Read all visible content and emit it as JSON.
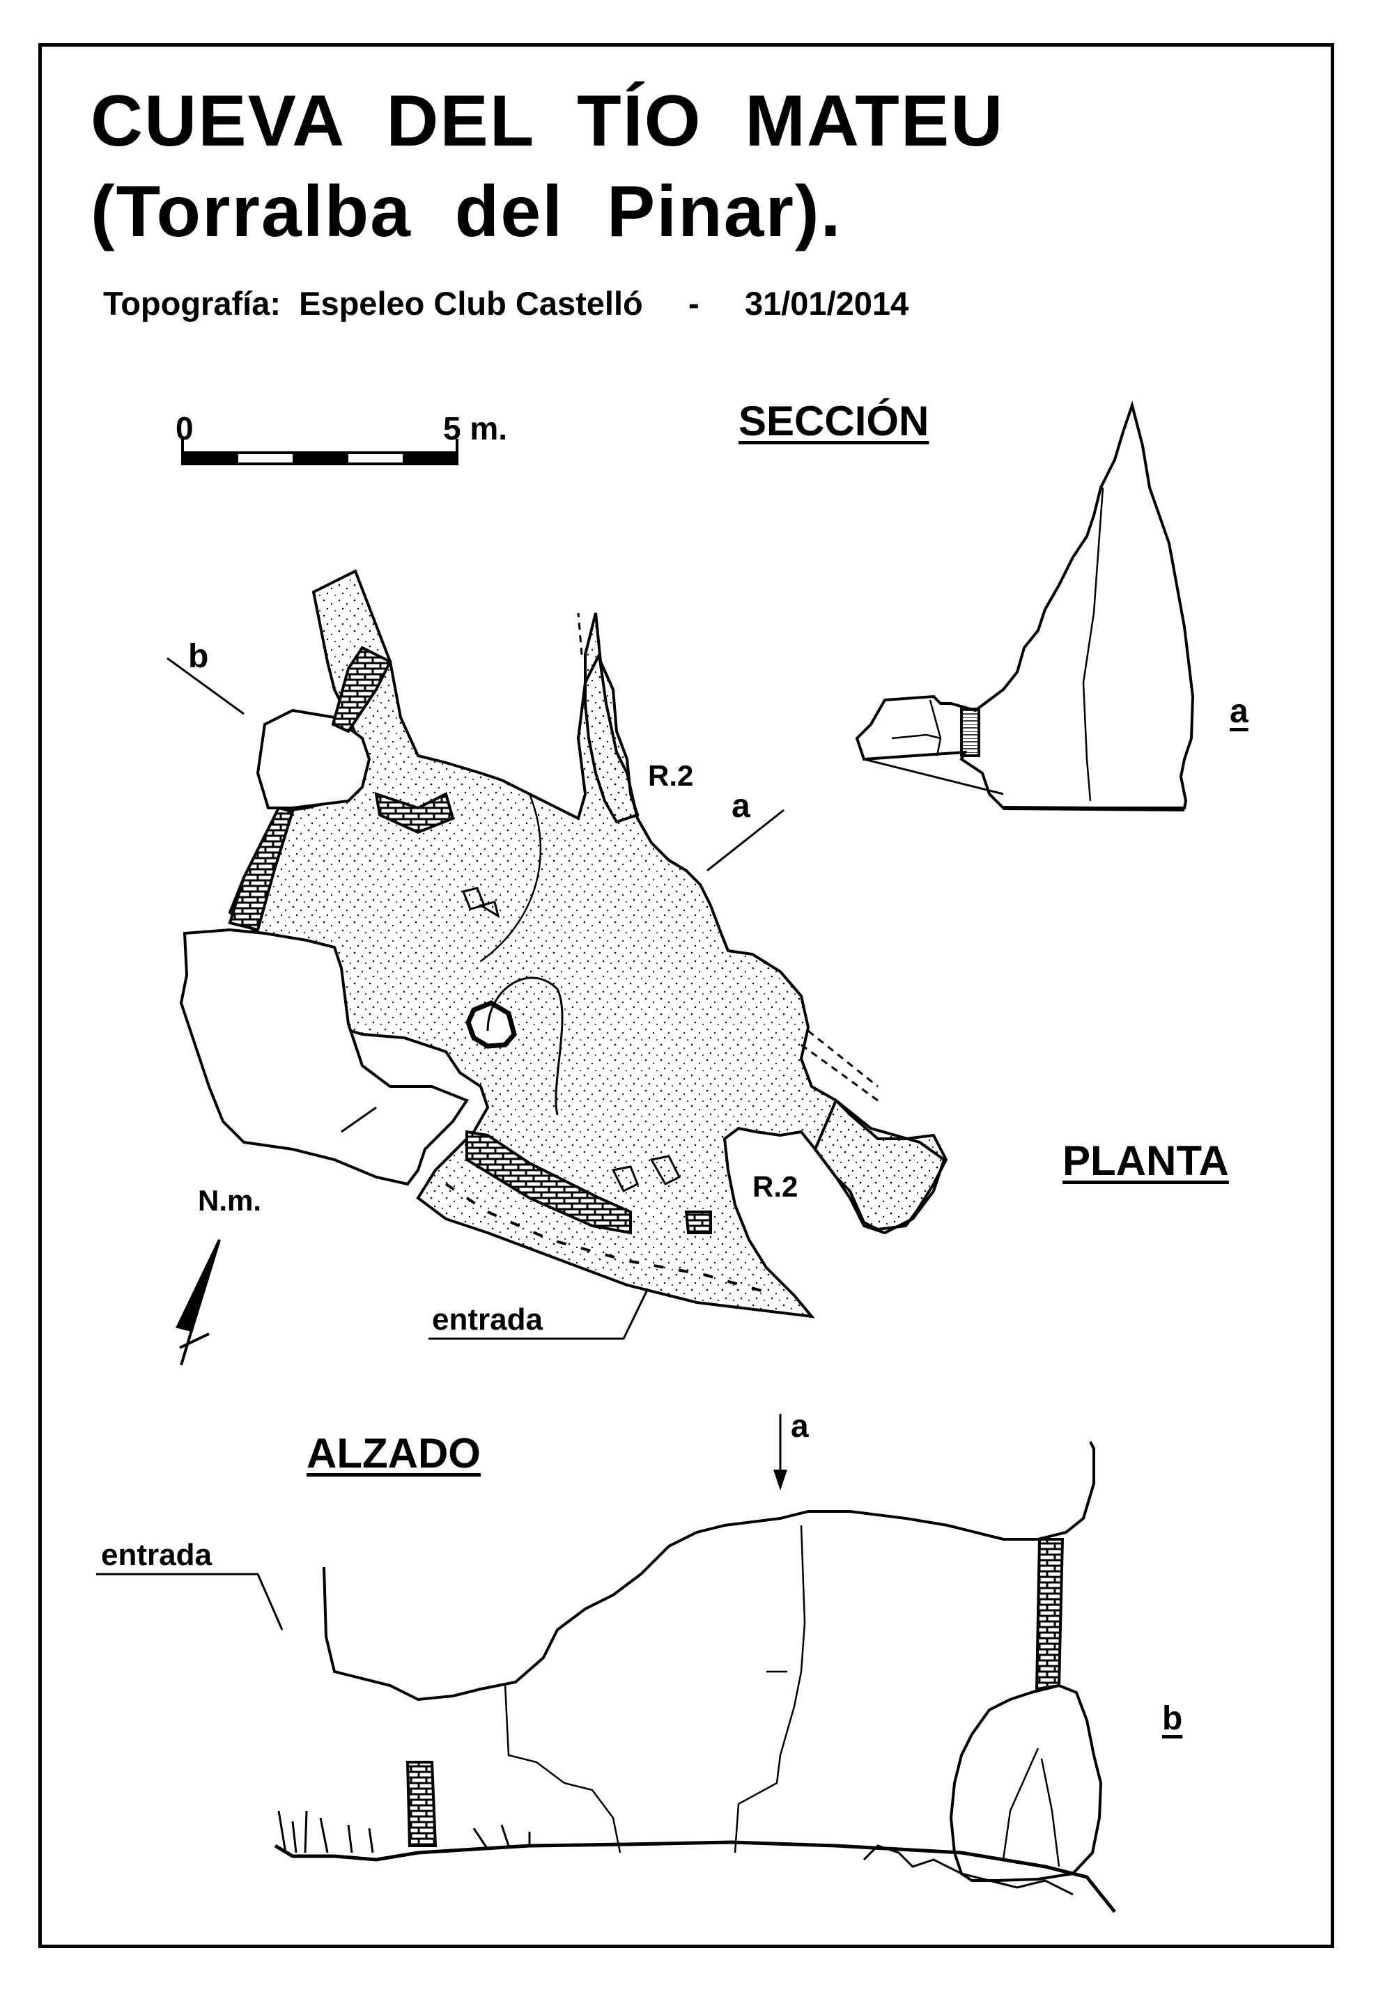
{
  "title": {
    "line1": "CUEVA  DEL  TÍO  MATEU",
    "line2": "(Torralba  del  Pinar)."
  },
  "credit": "Topografía:  Espeleo Club Castelló     -     31/01/2014",
  "scale_bar": {
    "start": "0",
    "end": "5 m."
  },
  "sections": {
    "seccion": "SECCIÓN",
    "planta": "PLANTA",
    "alzado": "ALZADO"
  },
  "labels": {
    "section_a": "a",
    "plan_a": "a",
    "plan_b": "b",
    "r2_top": "R.2",
    "r2_bottom": "R.2",
    "north": "N.m.",
    "entrada_plan": "entrada",
    "entrada_elev": "entrada",
    "elev_a": "a",
    "elev_b": "b"
  },
  "colors": {
    "ink": "#000000",
    "paper": "#ffffff"
  }
}
